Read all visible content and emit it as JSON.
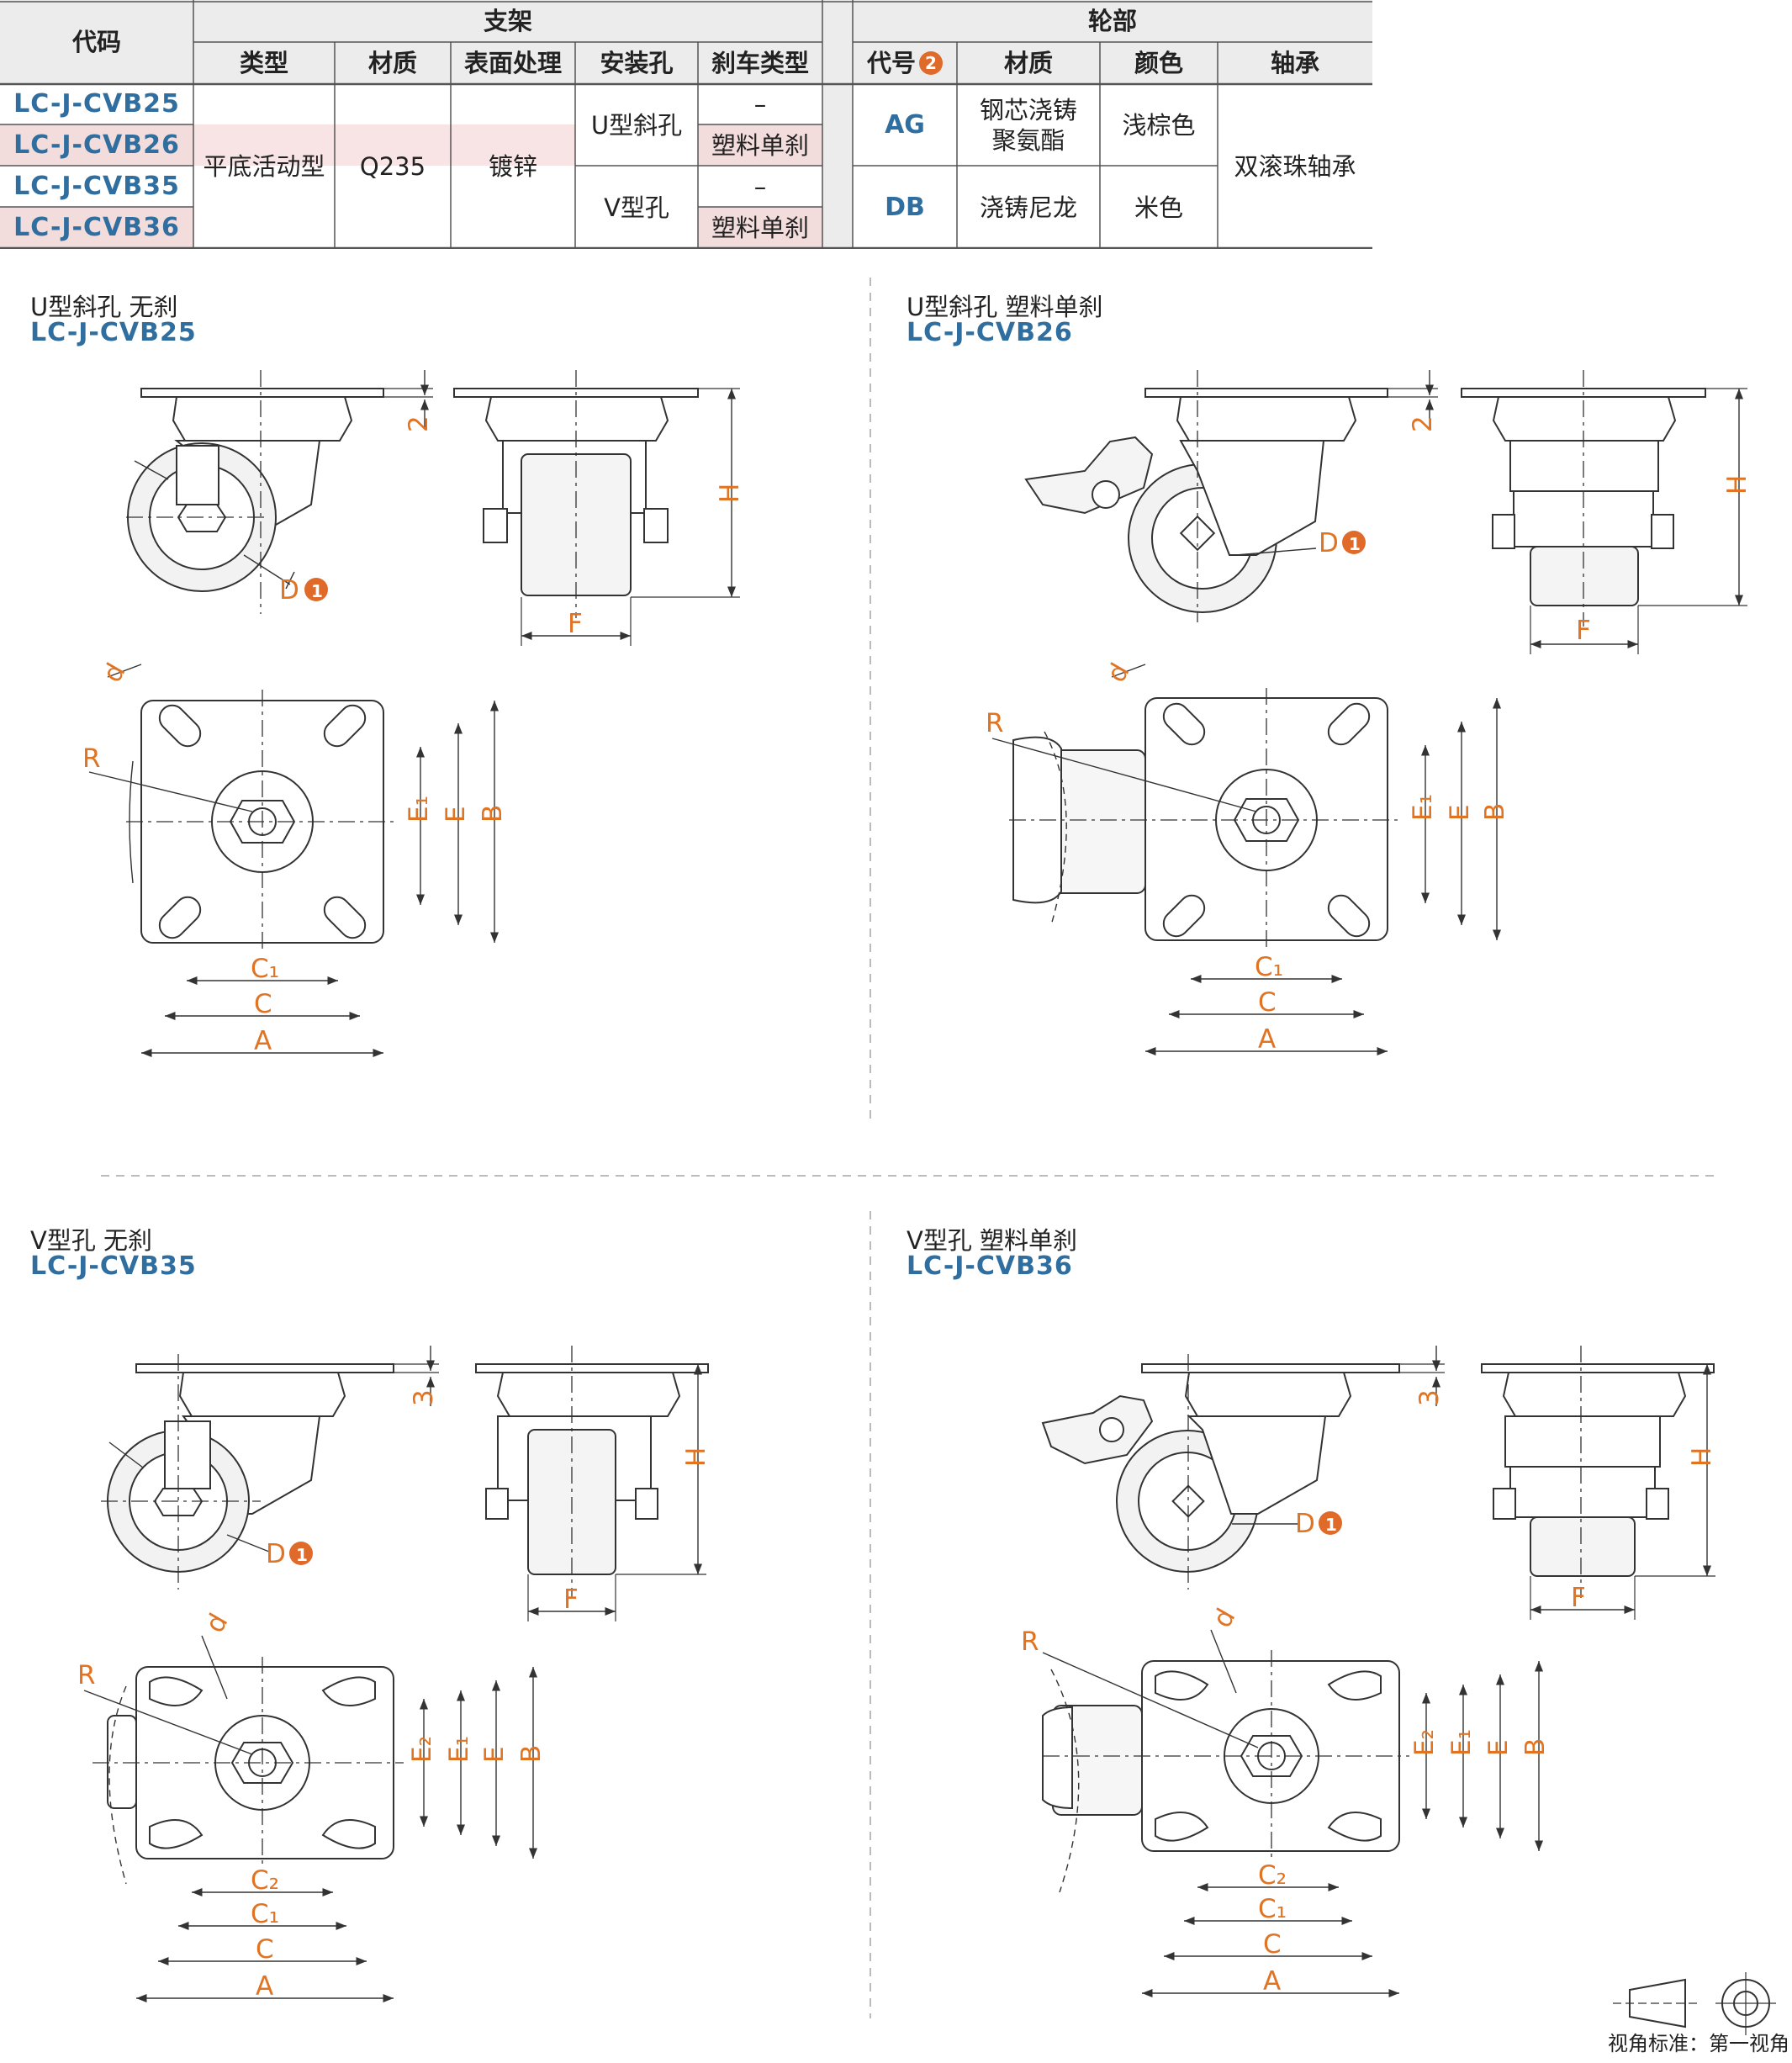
{
  "table": {
    "header_code": "代码",
    "header_bracket": "支架",
    "header_wheel": "轮部",
    "bracket_cols": [
      "类型",
      "材质",
      "表面处理",
      "安装孔",
      "刹车类型"
    ],
    "wheel_code_label": "代号",
    "wheel_code_badge": "2",
    "wheel_cols": [
      "材质",
      "颜色",
      "轴承"
    ],
    "codes": [
      "LC-J-CVB25",
      "LC-J-CVB26",
      "LC-J-CVB35",
      "LC-J-CVB36"
    ],
    "type": "平底活动型",
    "material": "Q235",
    "surface": "镀锌",
    "holes": [
      "U型斜孔",
      "V型孔"
    ],
    "brakes": [
      "–",
      "塑料单刹",
      "–",
      "塑料单刹"
    ],
    "wheels": [
      {
        "code": "AG",
        "material": "钢芯浇铸\n聚氨酯",
        "color": "浅棕色"
      },
      {
        "code": "DB",
        "material": "浇铸尼龙",
        "color": "米色"
      }
    ],
    "bearing": "双滚珠轴承",
    "row_highlight": "#f3dcdc",
    "header_bg": "#ececec"
  },
  "drawings": [
    {
      "title": "U型斜孔 无刹",
      "code": "LC-J-CVB25"
    },
    {
      "title": "U型斜孔 塑料单刹",
      "code": "LC-J-CVB26"
    },
    {
      "title": "V型孔 无刹",
      "code": "LC-J-CVB35"
    },
    {
      "title": "V型孔 塑料单刹",
      "code": "LC-J-CVB36"
    }
  ],
  "dims": {
    "D": "D",
    "F": "F",
    "H": "H",
    "d": "d",
    "R": "R",
    "A": "A",
    "B": "B",
    "C": "C",
    "C1": "C₁",
    "C2": "C₂",
    "E": "E",
    "E1": "E₁",
    "E2": "E₂",
    "offset_top": "2",
    "offset_bottom": "3",
    "badge": "1"
  },
  "view_standard": "视角标准：第一视角",
  "colors": {
    "accent": "#e07423",
    "code_blue": "#2f6e9e",
    "line": "#333333"
  }
}
